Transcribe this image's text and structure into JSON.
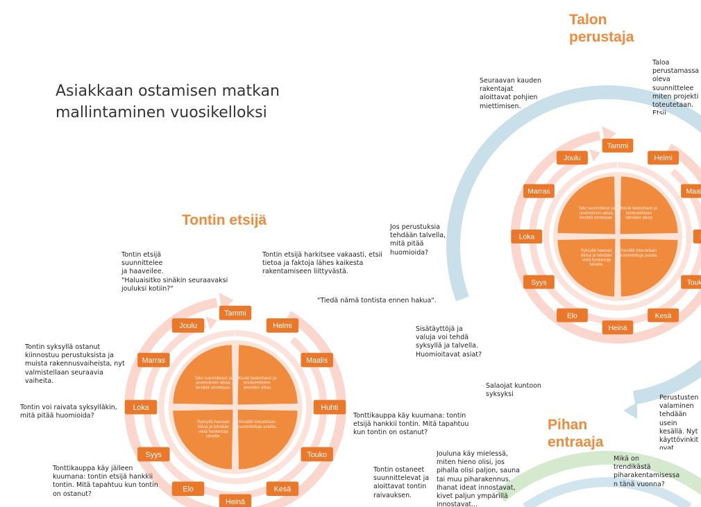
{
  "title": "Asiakkaan ostamisen matkan mallintaminen vuosikelloksi",
  "personas": [
    {
      "name": "Tontin etsijä"
    },
    {
      "name": "Talon perustaja"
    },
    {
      "name": "Pihan entraaja"
    }
  ],
  "months": [
    "Tammi",
    "Helmi",
    "Maalis",
    "Huhti",
    "Touko",
    "Kesä",
    "Heinä",
    "Elo",
    "Syys",
    "Loka",
    "Marras",
    "Joulu"
  ],
  "seasons": {
    "winter": "Talvi suunnittelun ja unelmoinnin aikaa; kevättä odotetaan.",
    "spring": "Kevät tiedonhaun ja konkreettisten ideoiden aikaa",
    "summer": "Kesällä toteutetaan suunniteltuja asioita.",
    "autumn": "Syksyllä haetaan tietoa ja tehdään vielä hankintoja talvelle."
  },
  "notes": {
    "n1": "Tontin etsijä\nsuunnittelee\nja haaveilee.\n\"Haluaisitko sinäkin seuraavaksi\njouluksi kotiin?\"",
    "n2": "Tontin etsijä harkitsee vakaasti, etsii\ntietoa ja faktoja lähes kaikesta\nrakentamiseen liittyvästä.",
    "n3": "\"Tiedä nämä tontista ennen hakua\".",
    "n4": "Tontin syksyllä ostanut\nkiinnostuu perustuksista ja\nmuista rakennusvaiheista, nyt\nvalmistellaan seuraavia\nvaiheita.",
    "n5": "Tontin voi raivata syksylläkin,\nmitä pitää huomioida?",
    "n6": "Tonttikauppa käy jälleen\nkuumana: tontin etsijä hankkii\ntontin. Mitä tapahtuu kun tontin\non ostanut?",
    "n7": "Tonttikauppa käy kuumana: tontin\netsijä hankkii tontin. Mitä tapahtuu\nkun tontin on ostanut?",
    "n8": "Tontin ostaneet\nsuunnittelevat ja\naloittavat tontin\nraivauksen.",
    "n9": "Jos perustuksia\ntehdään talvella,\nmitä pitää\nhuomioida?",
    "n10": "Sisätäyttöjä ja\nvaluja voi tehdä\nsyksyllä ja talvella.\nHuomioitavat asiat?",
    "n11": "Salaojat kuntoon\nsyksyksi",
    "n12": "Seuraavan kauden\nrakentajat\naloittavat pohjien\nmiettimisen.",
    "n13": "Taloa perustamassa\noleva suunnittelee\nmiten projekti\ntoteutetaan. Etsii\ntietoa eri tavoista ja\nmateriaaleista.",
    "n14": "Perustusten\nvalaminen\ntehdään usein\nkesällä. Nyt\nkäyttövinkit ovat\nkohdallaan!",
    "n15": "Jouluna käy mielessä,\nmiten hieno olisi, jos\npihalla olisi paljon, sauna\ntai muu piharakennus.\nIhanat ideat innostavat,\nkivet paljun ympärillä\ninnostavat...",
    "n16": "Mikä on\ntrendikästä\npiharakentamisessa\nn tänä vuonna?"
  },
  "colors": {
    "orange": "#F08A3C",
    "orange_dark": "#E9782A",
    "pink_ring": "#FAD6CC",
    "blue_arc": "#C9DFEA",
    "green_arc": "#D5E9CF"
  }
}
